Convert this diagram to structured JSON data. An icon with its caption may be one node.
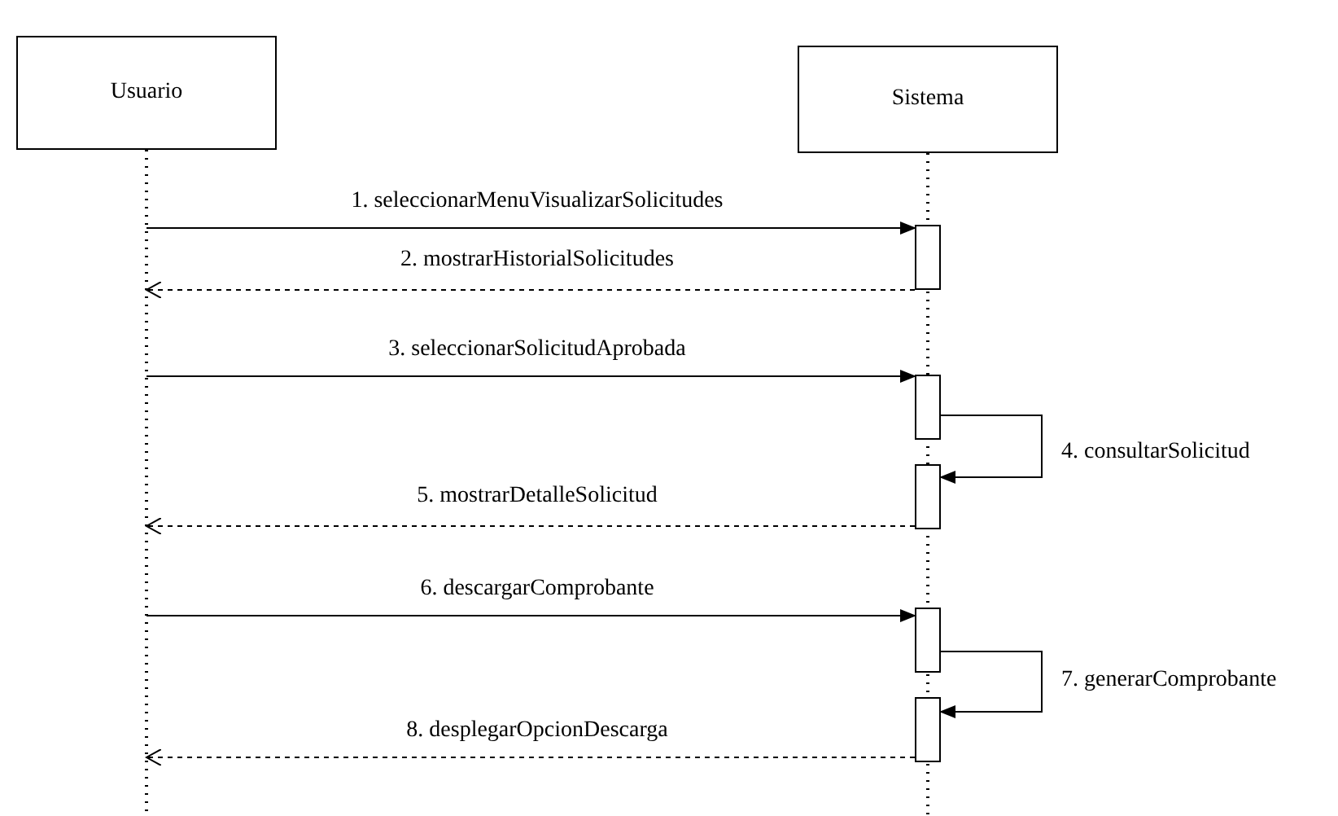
{
  "diagram": {
    "nodes": [
      {
        "text": [
          "Usuario"
        ]
      },
      {
        "text": [
          "Sistema"
        ]
      },
      {
        "text": [],
        "shape": "bar"
      },
      {
        "text": [],
        "shape": "bar"
      },
      {
        "text": [],
        "shape": "bar"
      },
      {
        "text": [],
        "shape": "bar"
      },
      {
        "text": [],
        "shape": "bar"
      }
    ],
    "edges": [
      {
        "from": 0,
        "to": 2,
        "arrow": "to",
        "label": "1. seleccionarMenuVisualizarSolicitudes"
      },
      {
        "from": 2,
        "to": 0,
        "arrow": "to",
        "style": "dashed",
        "label": "2. mostrarHistorialSolicitudes"
      },
      {
        "from": 0,
        "to": 3,
        "arrow": "to",
        "label": "3. seleccionarSolicitudAprobada"
      },
      {
        "from": 3,
        "to": 4,
        "arrow": "to",
        "label": "4. consultarSolicitud"
      },
      {
        "from": 4,
        "to": 0,
        "arrow": "to",
        "style": "dashed",
        "label": "5. mostrarDetalleSolicitud"
      },
      {
        "from": 0,
        "to": 5,
        "arrow": "to",
        "label": "6. descargarComprobante"
      },
      {
        "from": 5,
        "to": 6,
        "arrow": "to",
        "label": "7. generarComprobante"
      },
      {
        "from": 6,
        "to": 0,
        "arrow": "to",
        "style": "dashed",
        "label": "8. desplegarOpcionDescarga"
      }
    ]
  }
}
